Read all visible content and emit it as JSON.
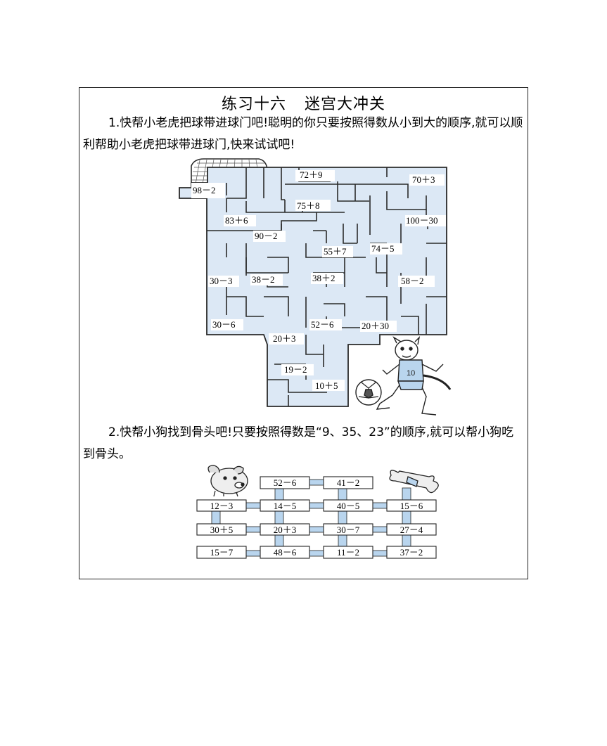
{
  "title": {
    "part1": "练习十六",
    "part2": "迷宫大冲关"
  },
  "q1": {
    "text": "1.快帮小老虎把球带进球门吧!聪明的你只要按照得数从小到大的顺序,就可以顺利帮助小老虎把球带进球门,快来试试吧!"
  },
  "q2": {
    "text": "2.快帮小狗找到骨头吧!只要按照得数是“9、35、23”的顺序,就可以帮小狗吃到骨头。"
  },
  "maze": {
    "labels": [
      "98－2",
      "72＋9",
      "70＋3",
      "75＋8",
      "83＋6",
      "100－30",
      "90－2",
      "55＋7",
      "74－5",
      "30－3",
      "38－2",
      "38＋2",
      "58－2",
      "30－6",
      "52－6",
      "20＋30",
      "20＋3",
      "19－2",
      "10＋5"
    ]
  },
  "ladder": {
    "top": [
      "52－6",
      "41－2"
    ],
    "row1": [
      "12－3",
      "14－5",
      "40－5",
      "15－6"
    ],
    "row2": [
      "30＋5",
      "20＋3",
      "30－7",
      "27－4"
    ],
    "row3": [
      "15－7",
      "48－6",
      "11－2",
      "37－2"
    ]
  },
  "colors": {
    "maze_fill": "#dce8f5",
    "bridge_fill": "#b9d5ee",
    "line": "#2a2a2a"
  }
}
